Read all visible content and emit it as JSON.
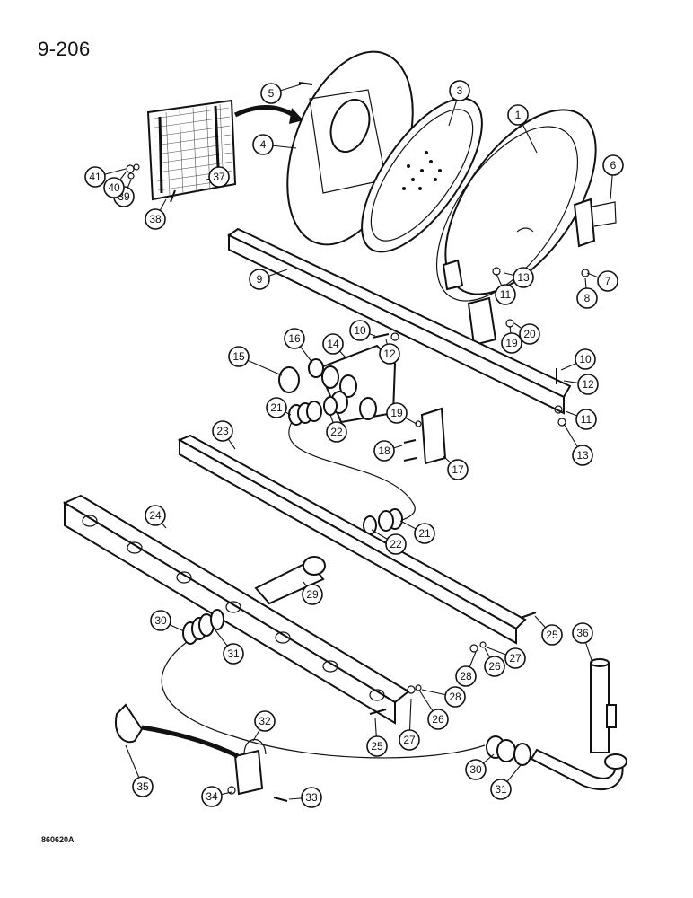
{
  "page": {
    "number": "9-206",
    "ref_code": "860620A"
  },
  "callouts": [
    {
      "label": "1"
    },
    {
      "label": "3"
    },
    {
      "label": "4"
    },
    {
      "label": "5"
    },
    {
      "label": "6"
    },
    {
      "label": "7"
    },
    {
      "label": "8"
    },
    {
      "label": "9"
    },
    {
      "label": "10"
    },
    {
      "label": "10"
    },
    {
      "label": "11"
    },
    {
      "label": "11"
    },
    {
      "label": "12"
    },
    {
      "label": "12"
    },
    {
      "label": "13"
    },
    {
      "label": "13"
    },
    {
      "label": "14"
    },
    {
      "label": "15"
    },
    {
      "label": "16"
    },
    {
      "label": "17"
    },
    {
      "label": "18"
    },
    {
      "label": "19"
    },
    {
      "label": "19"
    },
    {
      "label": "20"
    },
    {
      "label": "21"
    },
    {
      "label": "21"
    },
    {
      "label": "22"
    },
    {
      "label": "22"
    },
    {
      "label": "23"
    },
    {
      "label": "24"
    },
    {
      "label": "25"
    },
    {
      "label": "25"
    },
    {
      "label": "26"
    },
    {
      "label": "26"
    },
    {
      "label": "27"
    },
    {
      "label": "27"
    },
    {
      "label": "28"
    },
    {
      "label": "28"
    },
    {
      "label": "29"
    },
    {
      "label": "30"
    },
    {
      "label": "30"
    },
    {
      "label": "31"
    },
    {
      "label": "31"
    },
    {
      "label": "32"
    },
    {
      "label": "33"
    },
    {
      "label": "34"
    },
    {
      "label": "35"
    },
    {
      "label": "36"
    },
    {
      "label": "37"
    },
    {
      "label": "38"
    },
    {
      "label": "39"
    },
    {
      "label": "40"
    },
    {
      "label": "41"
    }
  ]
}
